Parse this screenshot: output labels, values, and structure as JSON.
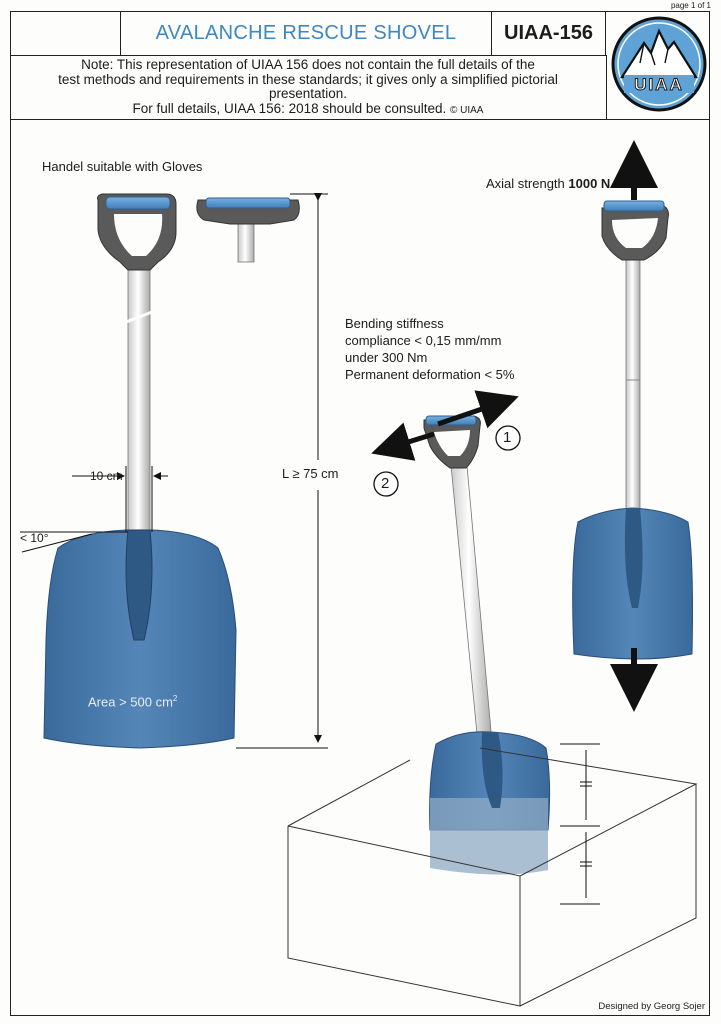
{
  "header": {
    "page_number": "page 1 of 1",
    "title": "AVALANCHE RESCUE SHOVEL",
    "standard": "UIAA-156",
    "note_line1": "Note: This representation of UIAA 156 does not contain the full details of the",
    "note_line2": "test methods and requirements in these standards; it gives only a simplified pictorial",
    "note_line3": "presentation.",
    "note_line4": "For full details, UIAA 156: 2018 should be consulted.",
    "copyright": "© UIAA",
    "logo_text": "UIAA"
  },
  "annotations": {
    "handle": "Handel suitable with Gloves",
    "width_dim": "10 cm",
    "angle": "< 10°",
    "length": "L ≥ 75 cm",
    "area_prefix": "Area > 500 cm",
    "area_sup": "2",
    "axial_label": "Axial strength",
    "axial_value": "1000 N",
    "bending_line1": "Bending stiffness",
    "bending_line2": "compliance < 0,15 mm/mm",
    "bending_line3": "under 300 Nm",
    "bending_line4": "Permanent deformation < 5%",
    "step1": "1",
    "step2": "2"
  },
  "footer": {
    "credit": "Designed by Georg Sojer"
  },
  "colors": {
    "title_blue": "#3d87c2",
    "blade_blue": "#4e7cab",
    "handle_grey": "#5a5a5a",
    "logo_blue": "#5fa3d6"
  }
}
